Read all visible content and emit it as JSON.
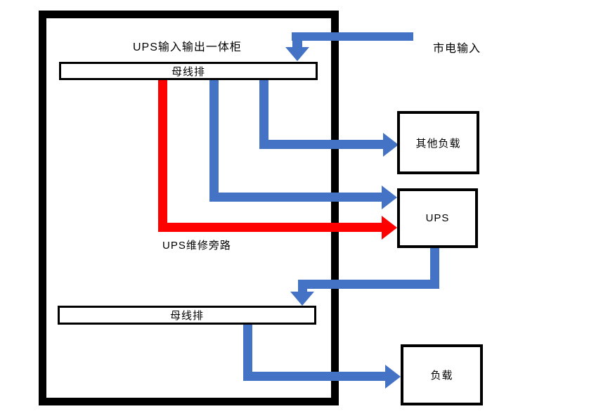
{
  "colors": {
    "line-blue": "#4472C4",
    "line-red": "#FF0000",
    "shape-border": "#000000"
  },
  "cabinet": {
    "title": "UPS输入输出一体柜"
  },
  "nodes": {
    "busbar_top": "母线排",
    "busbar_bottom": "母线排",
    "other_load": "其他负载",
    "ups": "UPS",
    "load": "负载"
  },
  "labels": {
    "mains_input": "市电输入",
    "ups_bypass": "UPS维修旁路"
  }
}
